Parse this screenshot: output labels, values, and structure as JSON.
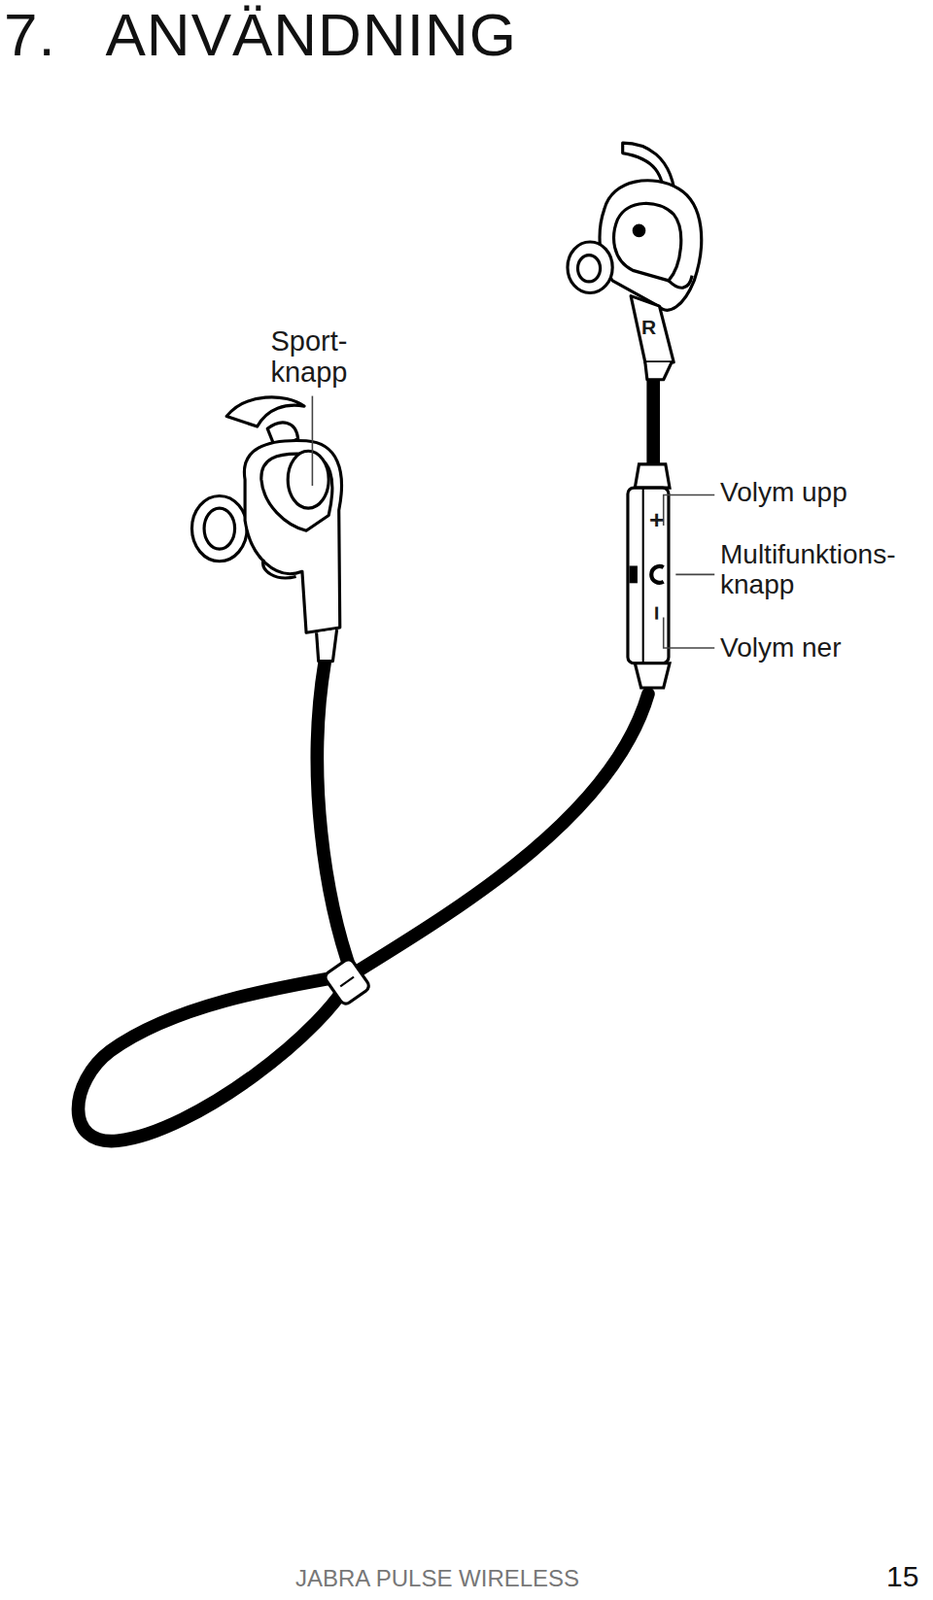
{
  "diagram": {
    "title": "7. ANVÄNDNING",
    "labels": [
      "Sport- knapp",
      "R",
      "Volym upp",
      "+",
      "Multifunktions- knapp",
      "−",
      "Volym ner",
      "JABRA PULSE WIRELESS",
      "15"
    ]
  }
}
